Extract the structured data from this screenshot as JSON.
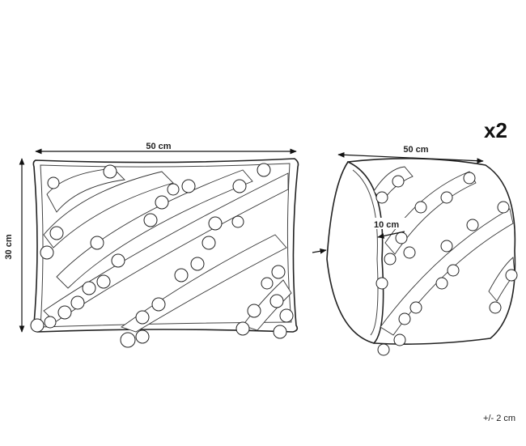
{
  "quantity": "x2",
  "tolerance": "+/- 2 cm",
  "front_view": {
    "width_label": "50 cm",
    "height_label": "30 cm"
  },
  "side_view": {
    "width_label": "50 cm",
    "depth_label": "10 cm"
  },
  "colors": {
    "line": "#222222",
    "background": "#ffffff"
  }
}
